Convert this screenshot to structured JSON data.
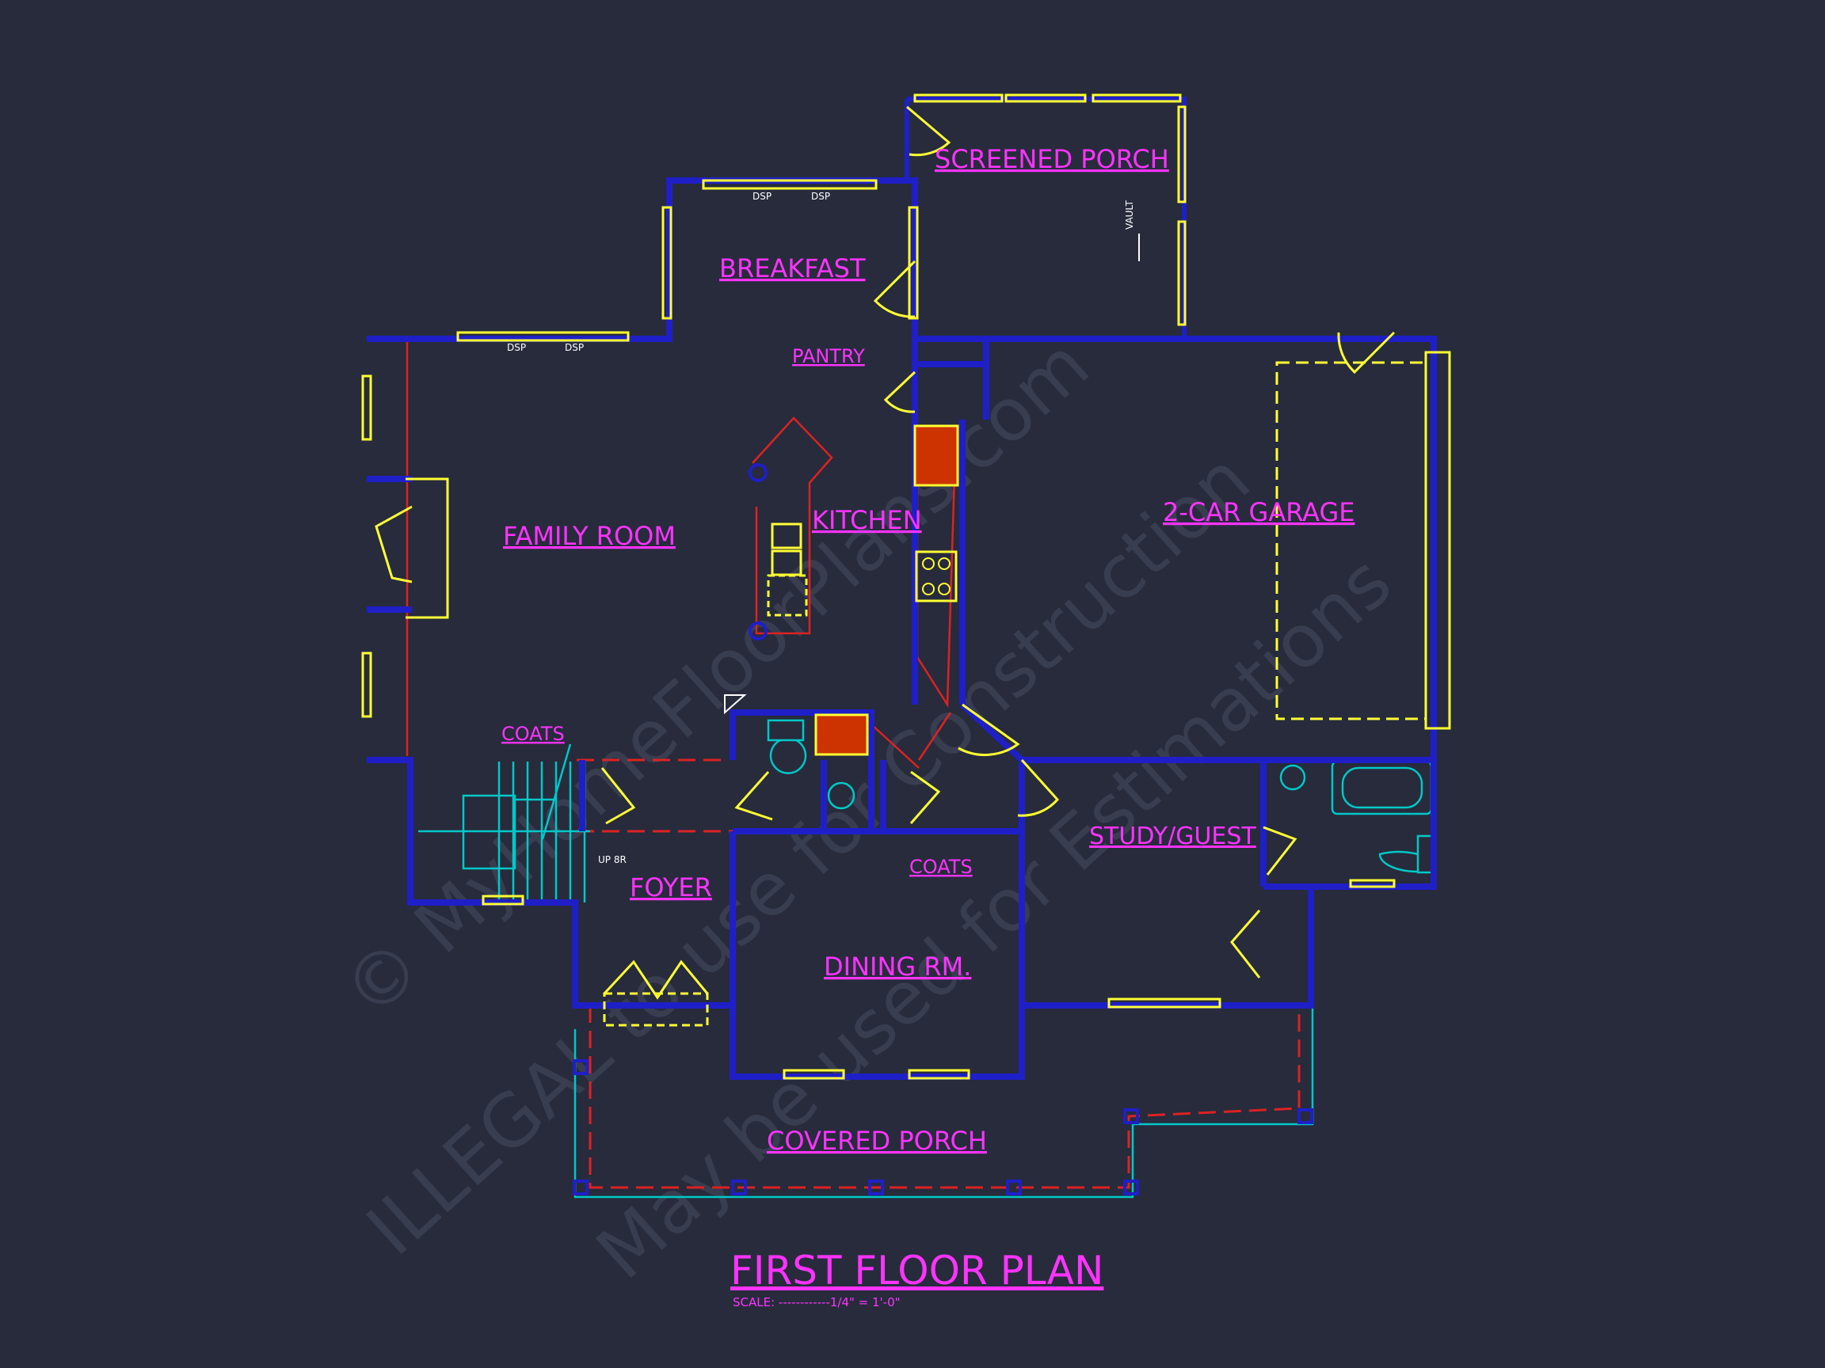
{
  "watermark": {
    "line1": "© MyHomeFloorPlans.com",
    "line2": "ILLEGAL to use for Construction",
    "line3": "May be used for Estimations"
  },
  "rooms": {
    "screened_porch": "SCREENED PORCH",
    "breakfast": "BREAKFAST",
    "pantry": "PANTRY",
    "family_room": "FAMILY ROOM",
    "kitchen": "KITCHEN",
    "garage": "2-CAR GARAGE",
    "coats_left": "COATS",
    "coats_right": "COATS",
    "study_guest": "STUDY/GUEST",
    "foyer": "FOYER",
    "dining": "DINING RM.",
    "covered_porch": "COVERED PORCH"
  },
  "annotations": {
    "dsp": "DSP",
    "vault": "VAULT",
    "up_stair": "UP 8R"
  },
  "title": {
    "text": "FIRST FLOOR PLAN",
    "scale": "SCALE: ------------1/4\" = 1'-0\""
  },
  "colors": {
    "background": "#272b3c",
    "walls": "#1f1fc8",
    "labels": "#ff33ff",
    "windows": "#ffff33",
    "dashed": "#dd2222",
    "fixtures": "#00d8d8"
  }
}
